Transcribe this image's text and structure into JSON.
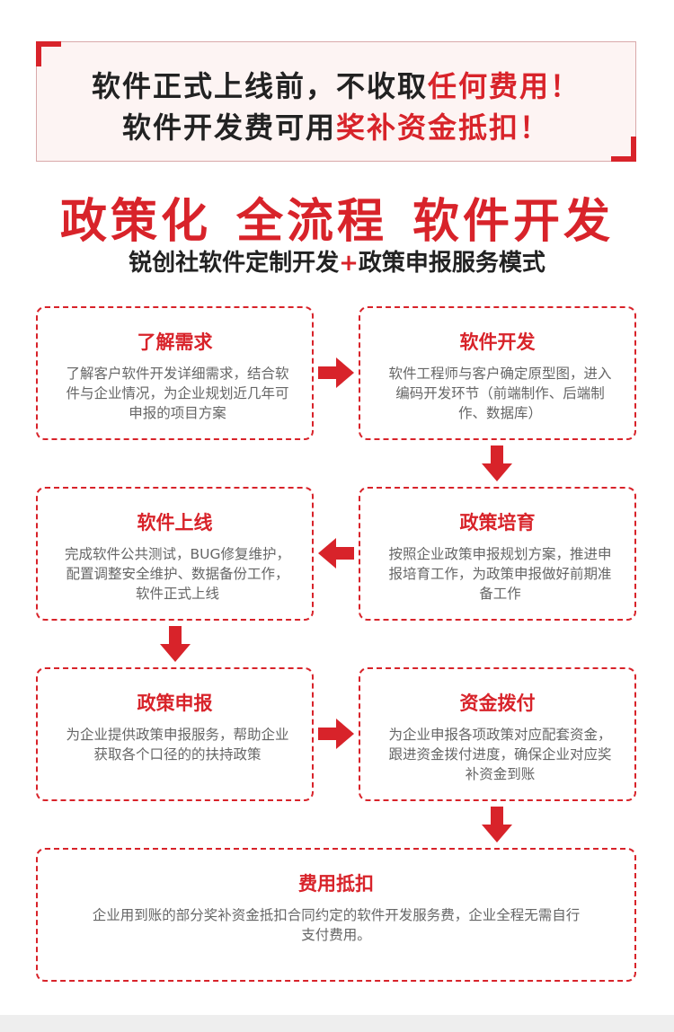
{
  "notice": {
    "line1_plain": "软件正式上线前，不收取",
    "line1_highlight": "任何费用！",
    "line2_plain": "软件开发费可用",
    "line2_highlight": "奖补资金抵扣！"
  },
  "headline": {
    "part1": "政策化",
    "part2": "全流程",
    "part3": "软件开发"
  },
  "subhead": {
    "before": "锐创社软件定制开发",
    "plus": "+",
    "after": "政策申报服务模式"
  },
  "steps": [
    {
      "title": "了解需求",
      "desc": "了解客户软件开发详细需求，结合软件与企业情况，为企业规划近几年可申报的项目方案"
    },
    {
      "title": "软件开发",
      "desc": "软件工程师与客户确定原型图，进入编码开发环节（前端制作、后端制作、数据库）"
    },
    {
      "title": "软件上线",
      "desc": "完成软件公共测试，BUG修复维护，配置调整安全维护、数据备份工作，软件正式上线"
    },
    {
      "title": "政策培育",
      "desc": "按照企业政策申报规划方案，推进申报培育工作，为政策申报做好前期准备工作"
    },
    {
      "title": "政策申报",
      "desc": "为企业提供政策申报服务，帮助企业获取各个口径的的扶持政策"
    },
    {
      "title": "资金拨付",
      "desc": "为企业申报各项政策对应配套资金，跟进资金拨付进度，确保企业对应奖补资金到账"
    },
    {
      "title": "费用抵扣",
      "desc": "企业用到账的部分奖补资金抵扣合同约定的软件开发服务费，企业全程无需自行支付费用。"
    }
  ],
  "colors": {
    "accent": "#d8232a",
    "notice_bg": "#fdf4f3"
  }
}
